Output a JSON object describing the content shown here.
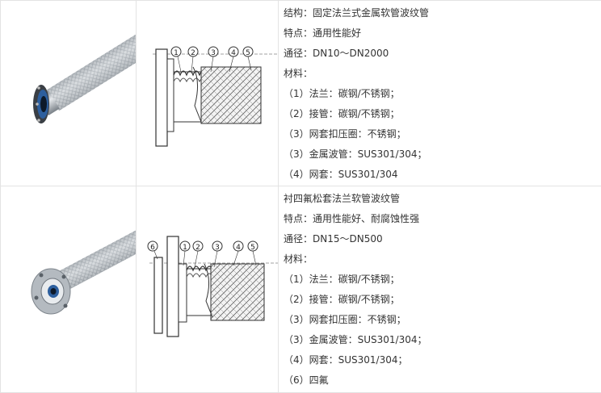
{
  "products": [
    {
      "photo": "flanged-metal-hose-photo",
      "diagram_labels": [
        "1",
        "2",
        "3",
        "4",
        "5"
      ],
      "lines": [
        "结构：固定法兰式金属软管波纹管",
        "特点：通用性能好",
        "通径：DN10～DN2000",
        "材料：",
        "（1）法兰：碳钢/不锈钢；",
        "（2）接管：碳钢/不锈钢；",
        "（3）网套扣压圈：不锈钢；",
        "（3）金属波管：SUS301/304；",
        "（4）网套：SUS301/304"
      ]
    },
    {
      "photo": "ptfe-lined-flanged-hose-photo",
      "diagram_labels": [
        "6",
        "1",
        "2",
        "3",
        "4",
        "5"
      ],
      "lines": [
        "衬四氟松套法兰软管波纹管",
        "特点：通用性能好、耐腐蚀性强",
        "通径：DN15～DN500",
        "材料：",
        "（1）法兰：碳钢/不锈钢；",
        "（2）接管：碳钢/不锈钢；",
        "（3）网套扣压圈：不锈钢；",
        "（3）金属波管：SUS301/304；",
        "（4）网套：SUS301/304；",
        "（6）四氟"
      ]
    }
  ],
  "colors": {
    "border": "#e3e3e3",
    "text": "#333333",
    "steel": "#b9c0c6",
    "flange_blue": "#2d5f9e"
  }
}
